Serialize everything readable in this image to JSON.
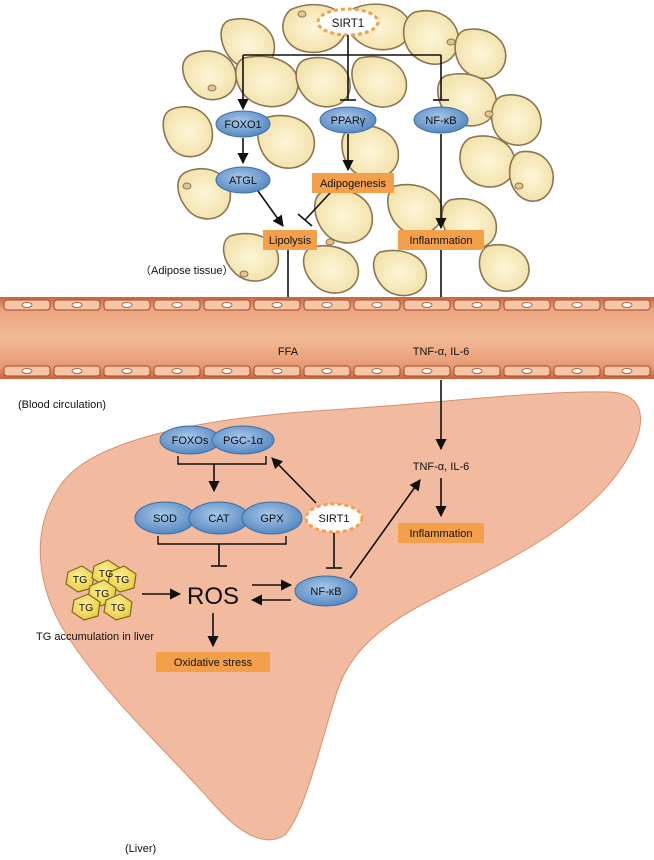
{
  "colors": {
    "ellipse": "#6f9fd0",
    "ellipse_dark": "#3b6fa8",
    "box": "#f4a04a",
    "cell_fill": "#f8ecbf",
    "cell_stroke": "#8a7652",
    "vessel": "#e8a07a",
    "vessel_dark": "#c8683f",
    "liver": "#f2bba0",
    "tg": "#f0d94c",
    "sirt1_ring": "#f4a04a",
    "arrow": "#111111"
  },
  "adipose": {
    "sirt1": "SIRT1",
    "foxo1": "FOXO1",
    "ppar": "PPARγ",
    "nfkb": "NF-κB",
    "atgl": "ATGL",
    "adipogenesis": "Adipogenesis",
    "lipolysis": "Lipolysis",
    "inflammation": "Inflammation",
    "region_label": "（Adipose tissue）"
  },
  "blood": {
    "ffa": "FFA",
    "tnf": "TNF-α, IL-6",
    "region_label": "(Blood circulation)"
  },
  "liver": {
    "foxos": "FOXOs",
    "pgc": "PGC-1α",
    "sod": "SOD",
    "cat": "CAT",
    "gpx": "GPX",
    "sirt1": "SIRT1",
    "tnf": "TNF-α, IL-6",
    "inflammation": "Inflammation",
    "ros": "ROS",
    "nfkb": "NF-κB",
    "tg_label": "TG",
    "tg_caption": "TG accumulation in liver",
    "oxidative": "Oxidative stress",
    "region_label": "(Liver)"
  }
}
